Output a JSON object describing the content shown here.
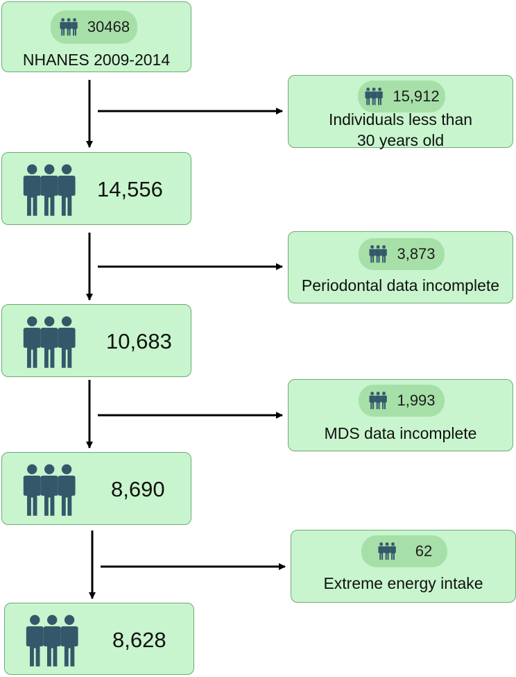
{
  "colors": {
    "box_fill": "#c8f5cd",
    "box_border": "#6fa874",
    "pill_fill": "#a7dfa8",
    "icon": "#34586a",
    "arrow": "#000000"
  },
  "source": {
    "count": "30468",
    "label": "NHANES 2009-2014",
    "icon": "people-icon"
  },
  "steps": [
    {
      "count": "14,556",
      "icon": "people-icon"
    },
    {
      "count": "10,683",
      "icon": "people-icon"
    },
    {
      "count": "8,690",
      "icon": "people-icon"
    },
    {
      "count": "8,628",
      "icon": "people-icon"
    }
  ],
  "exclusions": [
    {
      "count": "15,912",
      "label_lines": [
        "Individuals less than",
        "30 years old"
      ],
      "icon": "people-icon"
    },
    {
      "count": "3,873",
      "label_lines": [
        "Periodontal data incomplete"
      ],
      "icon": "people-icon"
    },
    {
      "count": "1,993",
      "label_lines": [
        "MDS data incomplete"
      ],
      "icon": "people-icon"
    },
    {
      "count": "62",
      "label_lines": [
        "Extreme energy intake"
      ],
      "icon": "people-icon"
    }
  ]
}
